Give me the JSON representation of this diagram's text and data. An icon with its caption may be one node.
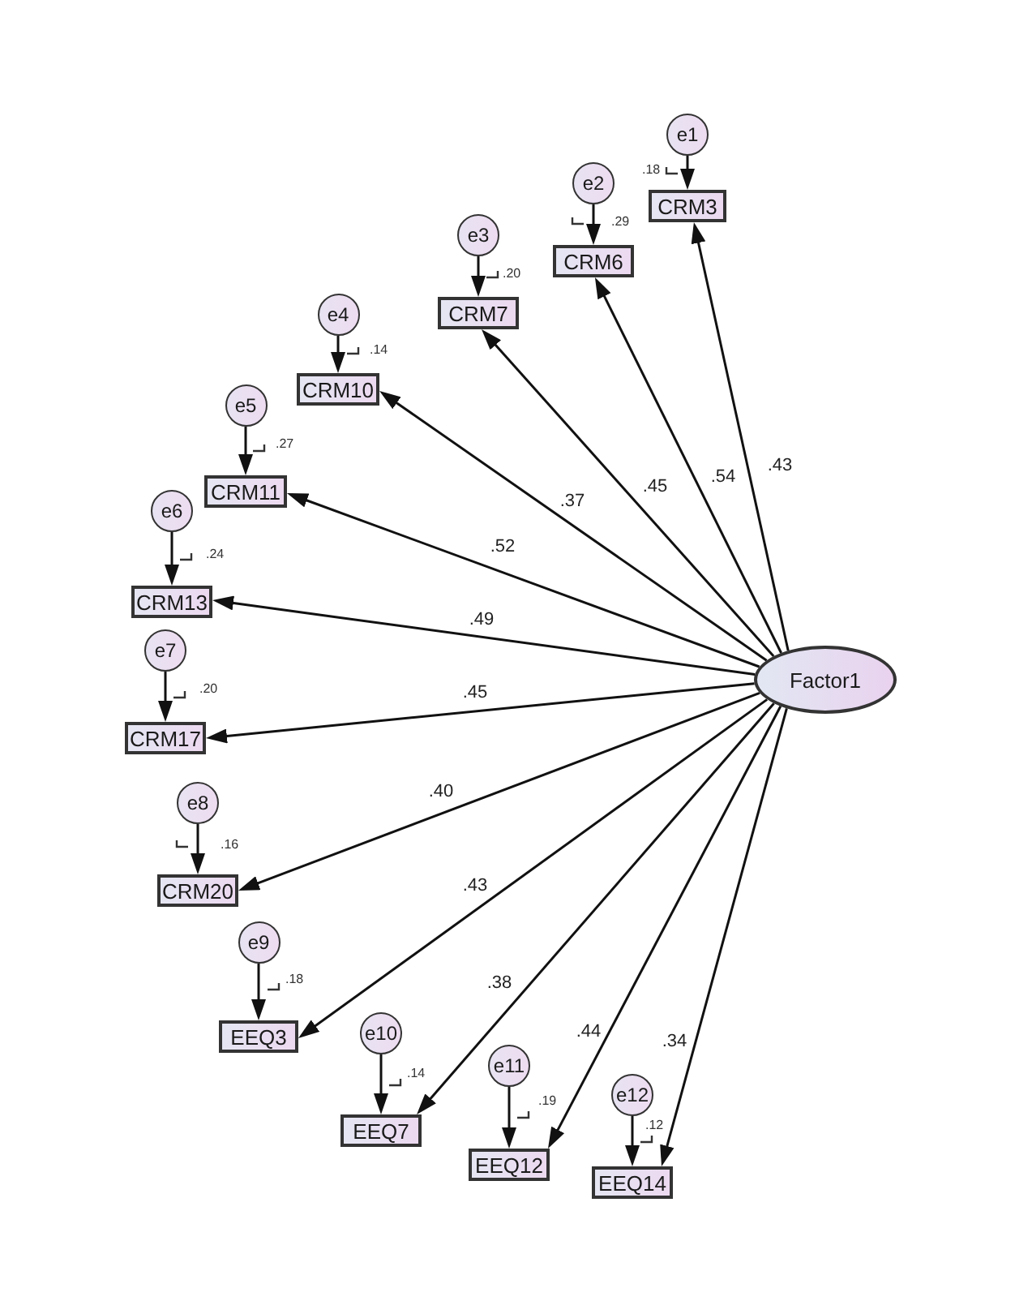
{
  "diagram": {
    "nodes": [
      {
        "text": [
          "e1"
        ]
      },
      {
        "text": [
          "CRM3"
        ]
      },
      {
        "text": [
          "e2"
        ]
      },
      {
        "text": [
          "CRM6"
        ]
      },
      {
        "text": [
          "e3"
        ]
      },
      {
        "text": [
          "CRM7"
        ]
      },
      {
        "text": [
          "e4"
        ]
      },
      {
        "text": [
          "CRM10"
        ]
      },
      {
        "text": [
          "e5"
        ]
      },
      {
        "text": [
          "CRM11"
        ]
      },
      {
        "text": [
          "e6"
        ]
      },
      {
        "text": [
          "CRM13"
        ]
      },
      {
        "text": [
          "e7"
        ]
      },
      {
        "text": [
          "CRM17"
        ]
      },
      {
        "text": [
          "e8"
        ]
      },
      {
        "text": [
          "CRM20"
        ]
      },
      {
        "text": [
          "e9"
        ]
      },
      {
        "text": [
          "EEQ3"
        ]
      },
      {
        "text": [
          "e10"
        ]
      },
      {
        "text": [
          "EEQ7"
        ]
      },
      {
        "text": [
          "e11"
        ]
      },
      {
        "text": [
          "EEQ12"
        ]
      },
      {
        "text": [
          "e12"
        ]
      },
      {
        "text": [
          "EEQ14"
        ]
      },
      {
        "text": [
          "Factor1"
        ]
      }
    ],
    "edges": [
      {
        "from": 0,
        "to": 1,
        "arrow": "to"
      },
      {
        "from": 24,
        "to": 1,
        "arrow": "to",
        "label": ".43"
      },
      {
        "from": 2,
        "to": 3,
        "arrow": "to"
      },
      {
        "from": 24,
        "to": 3,
        "arrow": "to",
        "label": ".54"
      },
      {
        "from": 4,
        "to": 5,
        "arrow": "to"
      },
      {
        "from": 24,
        "to": 5,
        "arrow": "to",
        "label": ".45"
      },
      {
        "from": 6,
        "to": 7,
        "arrow": "to"
      },
      {
        "from": 24,
        "to": 7,
        "arrow": "to",
        "label": ".37"
      },
      {
        "from": 8,
        "to": 9,
        "arrow": "to"
      },
      {
        "from": 24,
        "to": 9,
        "arrow": "to",
        "label": ".52"
      },
      {
        "from": 10,
        "to": 11,
        "arrow": "to"
      },
      {
        "from": 24,
        "to": 11,
        "arrow": "to",
        "label": ".49"
      },
      {
        "from": 12,
        "to": 13,
        "arrow": "to"
      },
      {
        "from": 24,
        "to": 13,
        "arrow": "to",
        "label": ".45"
      },
      {
        "from": 14,
        "to": 15,
        "arrow": "to"
      },
      {
        "from": 24,
        "to": 15,
        "arrow": "to",
        "label": ".40"
      },
      {
        "from": 16,
        "to": 17,
        "arrow": "to"
      },
      {
        "from": 24,
        "to": 17,
        "arrow": "to",
        "label": ".43"
      },
      {
        "from": 18,
        "to": 19,
        "arrow": "to"
      },
      {
        "from": 24,
        "to": 19,
        "arrow": "to",
        "label": ".38"
      },
      {
        "from": 20,
        "to": 21,
        "arrow": "to"
      },
      {
        "from": 24,
        "to": 21,
        "arrow": "to",
        "label": ".44"
      },
      {
        "from": 22,
        "to": 23,
        "arrow": "to"
      },
      {
        "from": 24,
        "to": 23,
        "arrow": "to",
        "label": ".34"
      }
    ],
    "labels": [
      ".18",
      ".29",
      ".20",
      ".14",
      ".27",
      ".24",
      ".20",
      ".16",
      ".18",
      ".14",
      ".19",
      ".12"
    ]
  }
}
